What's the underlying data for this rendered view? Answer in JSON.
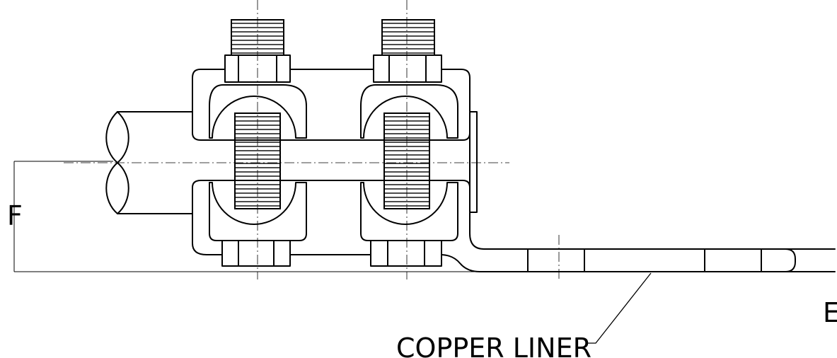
{
  "labels": {
    "dimension_f": "F",
    "dimension_e": "E",
    "copper_liner": "COPPER LINER"
  }
}
